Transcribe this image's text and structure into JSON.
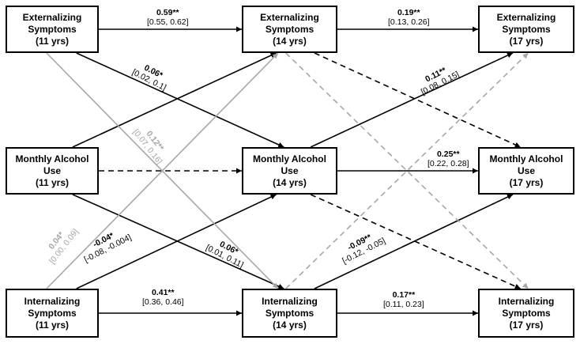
{
  "nodes": {
    "ext11": {
      "line1": "Externalizing",
      "line2": "Symptoms",
      "line3": "(11 yrs)"
    },
    "ext14": {
      "line1": "Externalizing",
      "line2": "Symptoms",
      "line3": "(14 yrs)"
    },
    "ext17": {
      "line1": "Externalizing",
      "line2": "Symptoms",
      "line3": "(17 yrs)"
    },
    "alc11": {
      "line1": "Monthly Alcohol",
      "line2": "Use",
      "line3": "(11 yrs)"
    },
    "alc14": {
      "line1": "Monthly Alcohol",
      "line2": "Use",
      "line3": "(14 yrs)"
    },
    "alc17": {
      "line1": "Monthly Alcohol",
      "line2": "Use",
      "line3": "(17 yrs)"
    },
    "int11": {
      "line1": "Internalizing",
      "line2": "Symptoms",
      "line3": "(11 yrs)"
    },
    "int14": {
      "line1": "Internalizing",
      "line2": "Symptoms",
      "line3": "(14 yrs)"
    },
    "int17": {
      "line1": "Internalizing",
      "line2": "Symptoms",
      "line3": "(17 yrs)"
    }
  },
  "paths": [
    {
      "id": "ext11-ext14",
      "from": "ext11",
      "to": "ext14",
      "style": "solid",
      "color": "#000000",
      "coef": "0.59**",
      "ci": "[0.55, 0.62]"
    },
    {
      "id": "ext14-ext17",
      "from": "ext14",
      "to": "ext17",
      "style": "solid",
      "color": "#000000",
      "coef": "0.19**",
      "ci": "[0.13, 0.26]"
    },
    {
      "id": "alc11-alc14",
      "from": "alc11",
      "to": "alc14",
      "style": "dashed",
      "color": "#000000",
      "coef": "",
      "ci": ""
    },
    {
      "id": "alc14-alc17",
      "from": "alc14",
      "to": "alc17",
      "style": "solid",
      "color": "#000000",
      "coef": "0.25**",
      "ci": "[0.22, 0.28]"
    },
    {
      "id": "int11-int14",
      "from": "int11",
      "to": "int14",
      "style": "solid",
      "color": "#000000",
      "coef": "0.41**",
      "ci": "[0.36, 0.46]"
    },
    {
      "id": "int14-int17",
      "from": "int14",
      "to": "int17",
      "style": "solid",
      "color": "#000000",
      "coef": "0.17**",
      "ci": "[0.11, 0.23]"
    },
    {
      "id": "ext11-alc14",
      "from": "ext11",
      "to": "alc14",
      "style": "solid",
      "color": "#000000",
      "coef": "0.06*",
      "ci": "[0.02, 0.1]"
    },
    {
      "id": "alc14-ext17",
      "from": "alc14",
      "to": "ext17",
      "style": "solid",
      "color": "#000000",
      "coef": "0.11**",
      "ci": "[0.08, 0.15]"
    },
    {
      "id": "alc11-ext14",
      "from": "alc11",
      "to": "ext14",
      "style": "solid",
      "color": "#000000",
      "coef": "",
      "ci": ""
    },
    {
      "id": "alc11-int14",
      "from": "alc11",
      "to": "int14",
      "style": "solid",
      "color": "#000000",
      "coef": "0.06*",
      "ci": "[0.01, 0.11]"
    },
    {
      "id": "int11-alc14",
      "from": "int11",
      "to": "alc14",
      "style": "solid",
      "color": "#000000",
      "coef": "-0.04*",
      "ci": "[-0.08, -0.004]"
    },
    {
      "id": "int14-alc17",
      "from": "int14",
      "to": "alc17",
      "style": "solid",
      "color": "#000000",
      "coef": "-0.09**",
      "ci": "[-0.12, -0.05]"
    },
    {
      "id": "ext14-alc17",
      "from": "ext14",
      "to": "alc17",
      "style": "dashed",
      "color": "#000000",
      "coef": "",
      "ci": ""
    },
    {
      "id": "alc14-int17",
      "from": "alc14",
      "to": "int17",
      "style": "dashed",
      "color": "#000000",
      "coef": "",
      "ci": ""
    },
    {
      "id": "ext11-int14",
      "from": "ext11",
      "to": "int14",
      "style": "solid",
      "color": "#a6a6a6",
      "coef": "0.12**",
      "ci": "[0.07, 0.16]"
    },
    {
      "id": "int11-ext14",
      "from": "int11",
      "to": "ext14",
      "style": "solid",
      "color": "#a6a6a6",
      "coef": "0.04*",
      "ci": "[0.00, 0.09]"
    },
    {
      "id": "ext14-int17",
      "from": "ext14",
      "to": "int17",
      "style": "dashed",
      "color": "#a6a6a6",
      "coef": "",
      "ci": ""
    },
    {
      "id": "int14-ext17",
      "from": "int14",
      "to": "ext17",
      "style": "dashed",
      "color": "#a6a6a6",
      "coef": "",
      "ci": ""
    }
  ]
}
